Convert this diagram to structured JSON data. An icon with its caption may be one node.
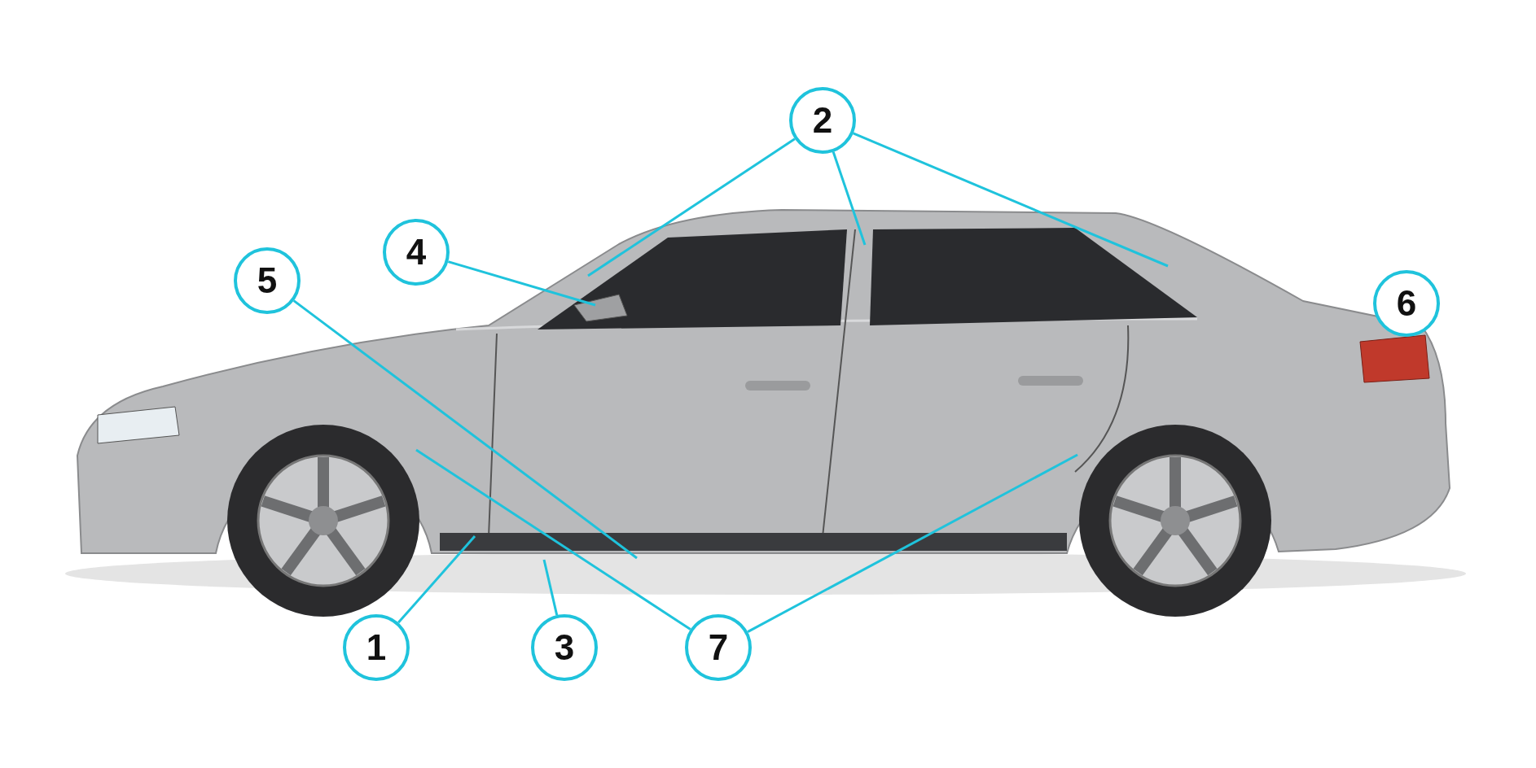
{
  "diagram": {
    "nodes": [
      {
        "text": [
          "2"
        ]
      },
      {
        "text": [
          "4"
        ]
      },
      {
        "text": [
          "5"
        ]
      },
      {
        "text": [
          "6"
        ]
      },
      {
        "text": [
          "1"
        ]
      },
      {
        "text": [
          "3"
        ]
      },
      {
        "text": [
          "7"
        ]
      }
    ],
    "edges": [
      {
        "from": 0,
        "to": null,
        "arrow": "none"
      },
      {
        "from": 0,
        "to": null,
        "arrow": "none"
      },
      {
        "from": 0,
        "to": null,
        "arrow": "none"
      },
      {
        "from": 1,
        "to": null,
        "arrow": "none"
      },
      {
        "from": 2,
        "to": null,
        "arrow": "none"
      },
      {
        "from": 4,
        "to": null,
        "arrow": "none"
      },
      {
        "from": 5,
        "to": null,
        "arrow": "none"
      },
      {
        "from": 6,
        "to": null,
        "arrow": "none"
      },
      {
        "from": 6,
        "to": null,
        "arrow": "none"
      }
    ]
  }
}
